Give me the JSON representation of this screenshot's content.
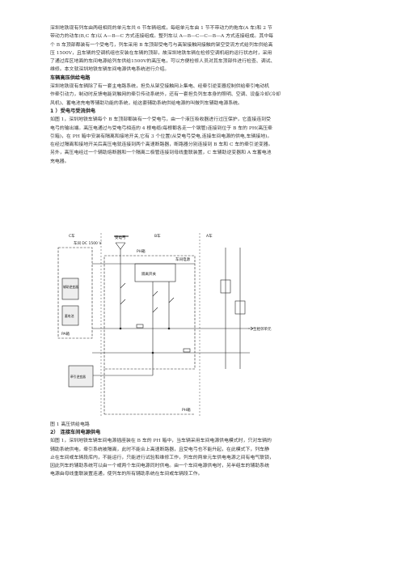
{
  "intro": [
    "深圳地铁现有列车由两组相同的单元车共 6 节车辆组成，每组单元车由 1 节不带动力的拖车(A 车)和 2 节",
    "带动力的动车(B,C 车)以 A—B—C 方式连接组成。整列车以 A—B—C—C—B—A 方式连接组成。其中每",
    "个 B 车顶部都装有一个受电弓，列车采用 B 车顶部受电弓与高架接触网接触的架空受流方式给列车供给高",
    "压 1500V，且车辆的空调机组也安装在车辆的顶部，故深圳地铁车辆在检修空调机组的运行状态时，采用",
    "了通过库区地面的车间电源给列车供给1500V的高压电，可以方便检修人员对其车顶部件进行检查、调试、",
    "维修。本文就深圳地铁车辆车间电源供电系统进行介绍。"
  ],
  "section1_title": "车辆高压供给电路",
  "section1_para": [
    "深圳地铁现有车辆除了有一套主电路系统，担负从架空接触网上集电、经牵引逆变器控制供给牵引电动机",
    "作牵引动力，制动时反馈电能到触网的牵引传动系统外，还有一套担负列车本身的照明、空调、设备冷却(冷却",
    "风机)、蓄电池充电等辅助功能的系统，给这套辅助系统供给电源的叫做列车辅助电源系统。"
  ],
  "sub1_title": "1 ）受电弓受流供电",
  "sub1_para": [
    "如图 1，深圳地铁车辆每个 B 车顶部都装有一个受电弓，由一个液压吸收器进行过压保护，它直接连到受",
    "电弓的输出端。高压电通过与受电弓相连的 4 根电缆(每根都各走一个钢管)连接到位于 B 车的 PH(高压牵",
    "引箱)，在 PH 箱中安装有隔离和接地开关,它有 3 个位置(从受电弓受电,连接车间电源的供电,车辆接地)。",
    "在经过隔离和接地开关后高压电就连接到两个高速断路器，断路器分别连接到 B 车和 C 车的牵引逆变器。",
    "另外，高压电经过一个辅助熔断器和一个隔离二极管连接到母线重联装置，C 车辅助逆变器和 A 车蓄电池",
    "充电器。"
  ],
  "figure": {
    "label_c_car": "C车",
    "label_b_car": "B车",
    "label_a_car": "A车",
    "label_pantograph": "受电弓",
    "label_dc": "车间 DC 1500 V",
    "label_box1": "隔离开关",
    "label_bc": "车间电源",
    "label_box_b": "牵引逆变器",
    "label_box_c": "辅助逆变器",
    "label_box_a": "蓄电池",
    "label_ph": "PH箱",
    "label_right": "至相邻单元",
    "label_bottom_left": "牵引逆变器",
    "label_c_bottom": "PA箱",
    "label_ph_bottom": "PH箱"
  },
  "figure_caption": "图 1  高压供给电路",
  "sub2_title": "2）  连接车间电源供电",
  "sub2_para": [
    "如图 1，深圳地铁车辆车间电源插座装在 B 车的 PH 箱中，当车辆采用车间电源供电模式时，只对车辆的",
    "辅助系统供电，牵引系统被隔离，此时不能合上高速断路器，且受电弓也不能升起，在此模式下，列车静",
    "止在车间或车辆段库内，不能运行，只能进行试验和维修工作，列车的两单元车供电电源之间有电气联锁，",
    "因此列车的辅助系统可以由一个或两个车间电源同时供电。由一个车间电源供电时，另半组车的辅助系统",
    "电源由母线重联装置连通，使列车的所有辅助系统在车间或车辆段工作。"
  ]
}
